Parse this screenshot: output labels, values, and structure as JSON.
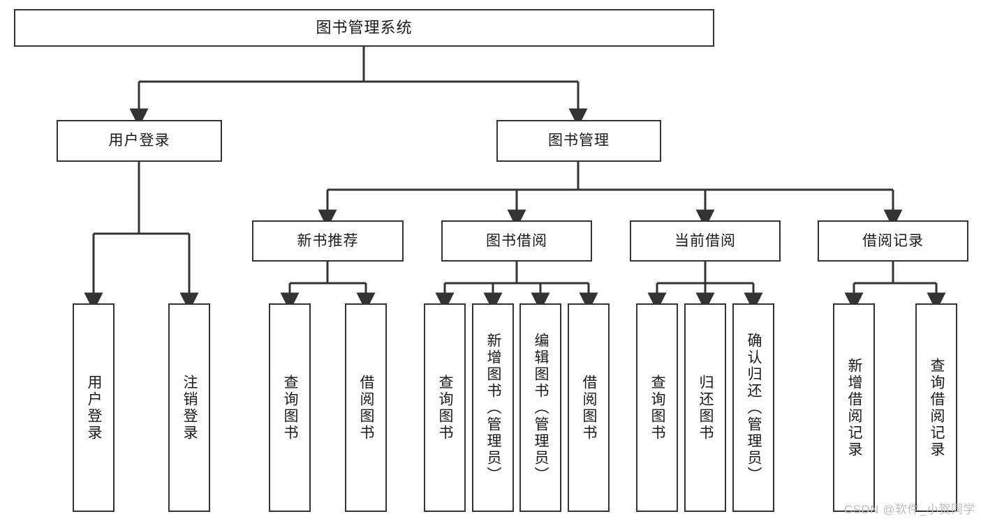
{
  "diagram": {
    "title": "图书管理系统",
    "type": "hierarchy-tree",
    "stroke_color": "#333333",
    "box_fill": "#ffffff",
    "text_color": "#1a1a1a",
    "watermark": "CSDN @软件_小贺同学"
  },
  "nodes": {
    "root": {
      "label": "图书管理系统"
    },
    "level2": [
      {
        "label": "用户登录"
      },
      {
        "label": "图书管理"
      }
    ],
    "level3": [
      {
        "label": "新书推荐"
      },
      {
        "label": "图书借阅"
      },
      {
        "label": "当前借阅"
      },
      {
        "label": "借阅记录"
      }
    ],
    "leaves_user_login": [
      {
        "label": "用户登录"
      },
      {
        "label": "注销登录"
      }
    ],
    "leaves_new_book": [
      {
        "label": "查询图书"
      },
      {
        "label": "借阅图书"
      }
    ],
    "leaves_borrow": [
      {
        "label": "查询图书"
      },
      {
        "label": "新增图书（管理员）"
      },
      {
        "label": "编辑图书（管理员）"
      },
      {
        "label": "借阅图书"
      }
    ],
    "leaves_current": [
      {
        "label": "查询图书"
      },
      {
        "label": "归还图书"
      },
      {
        "label": "确认归还（管理员）"
      }
    ],
    "leaves_records": [
      {
        "label": "新增借阅记录"
      },
      {
        "label": "查询借阅记录"
      }
    ]
  }
}
